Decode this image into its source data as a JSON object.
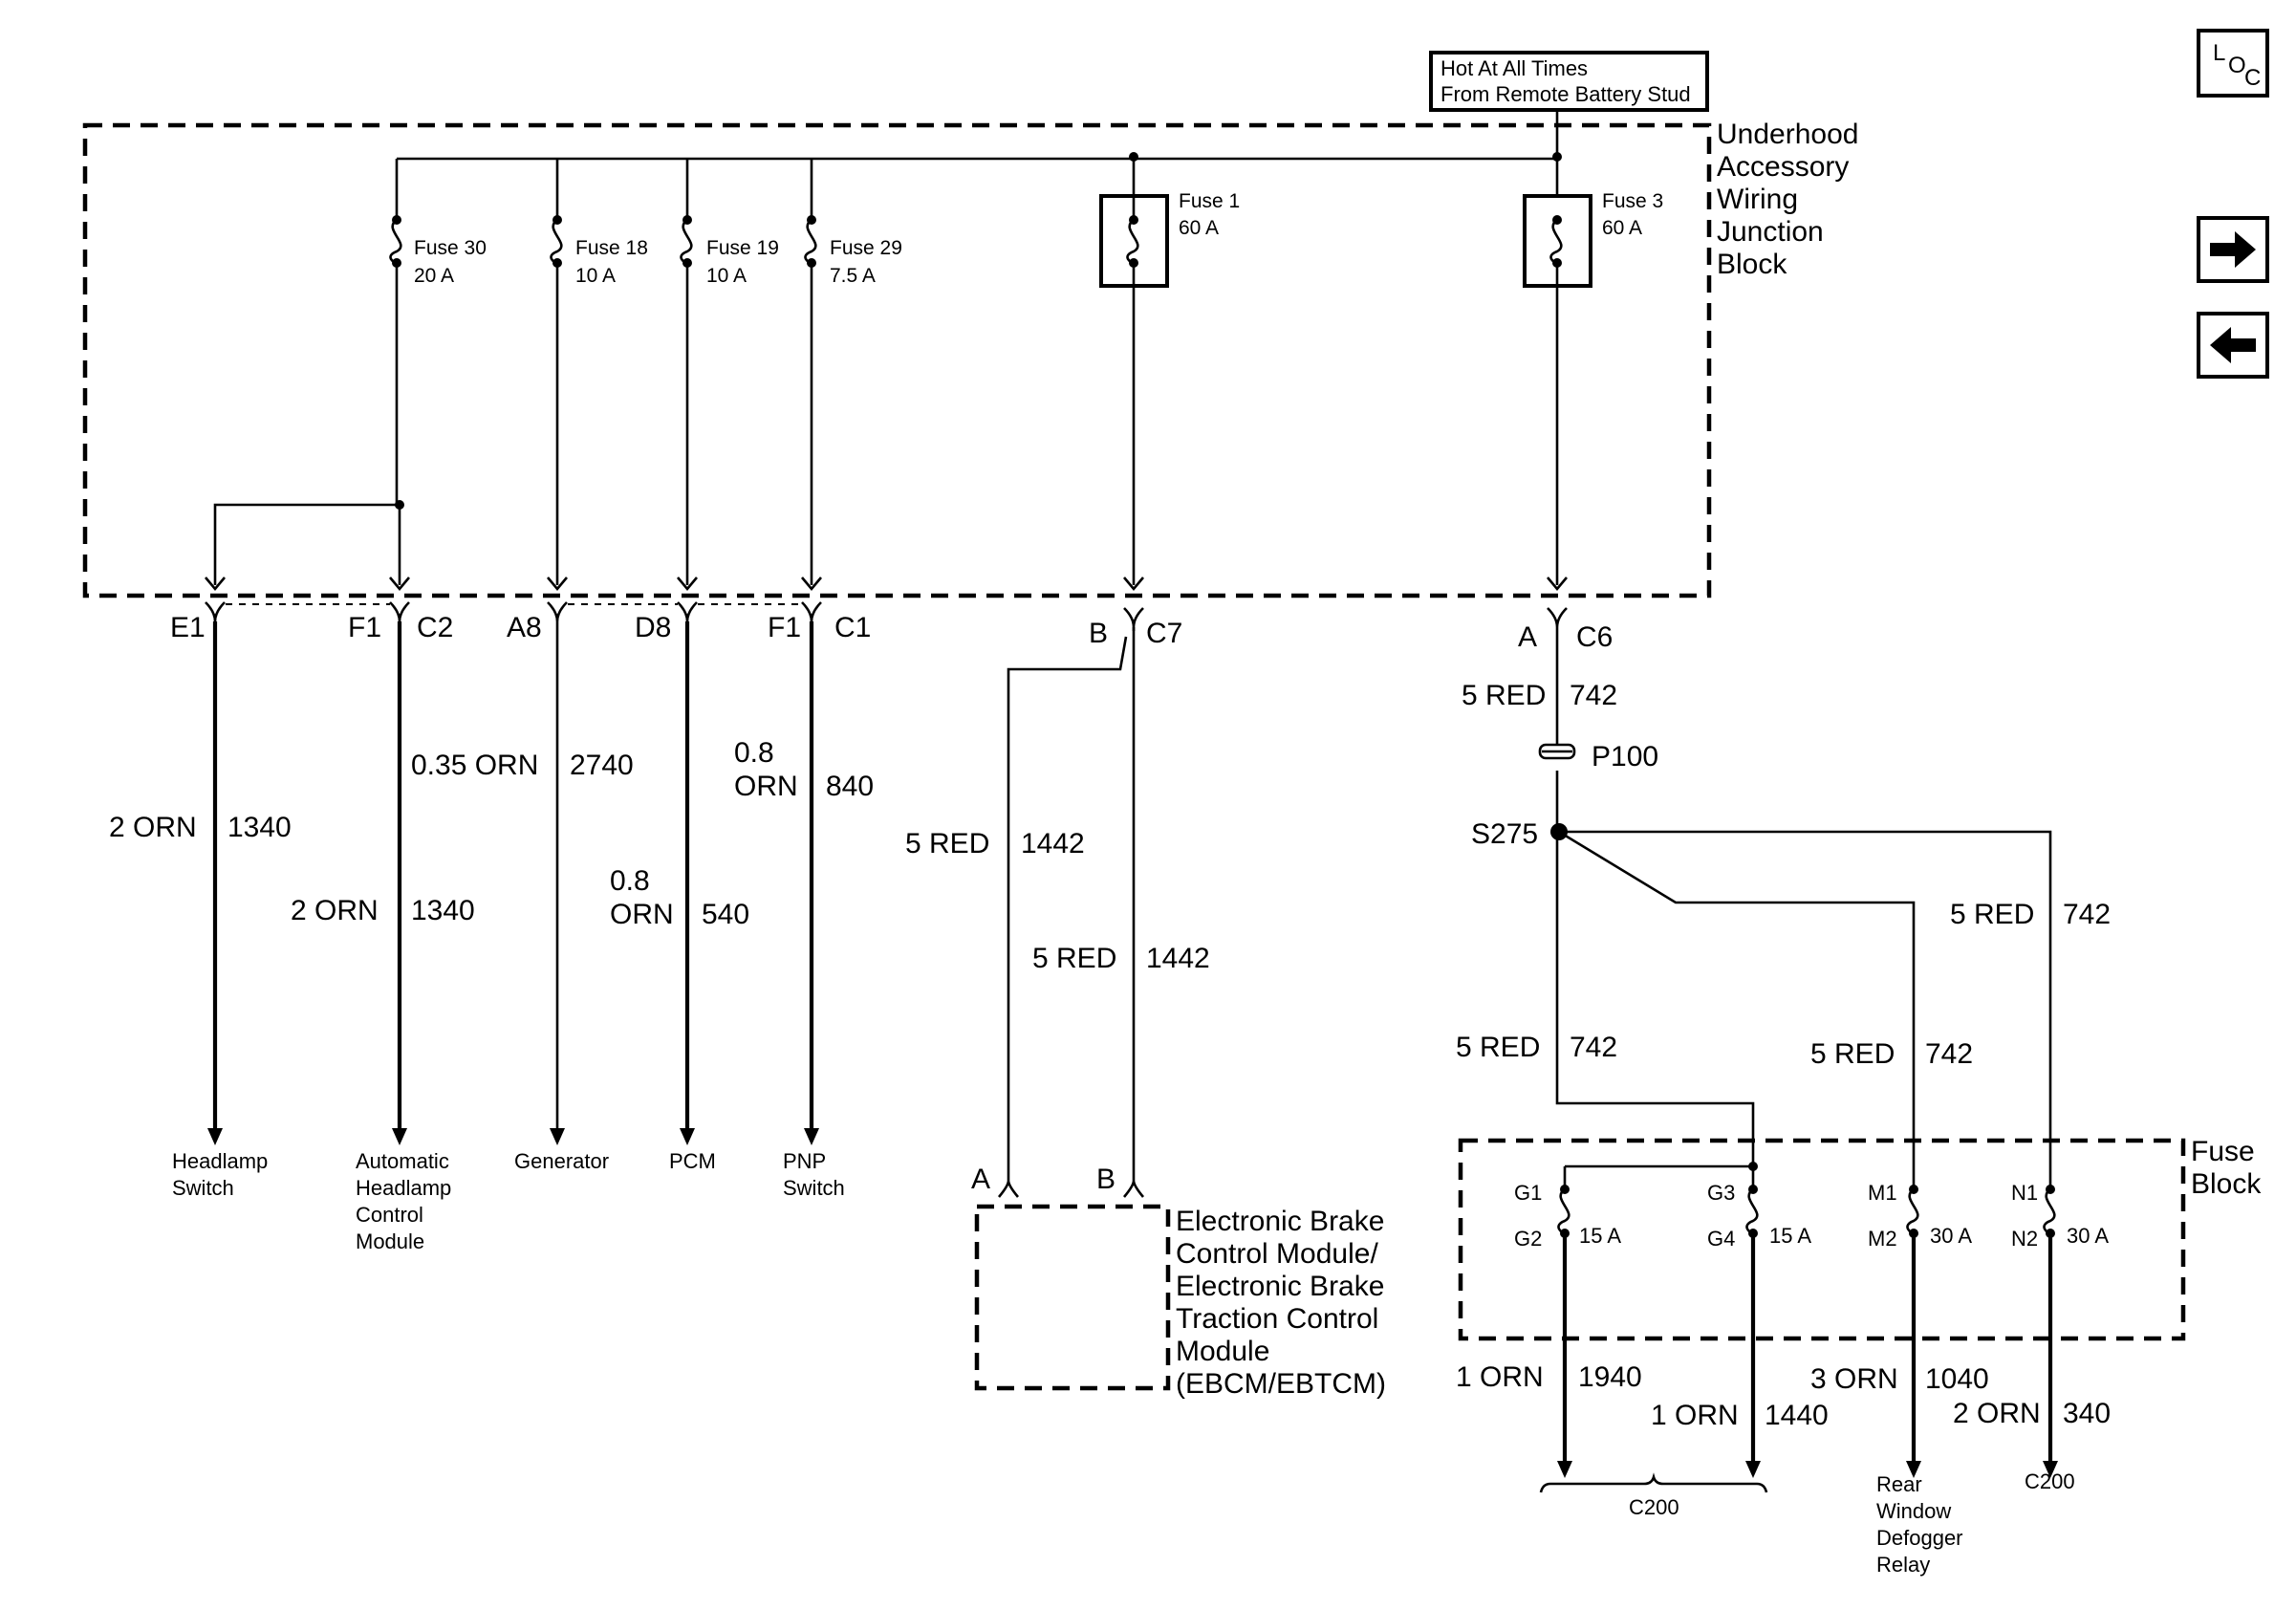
{
  "source": {
    "line1": "Hot At All Times",
    "line2": "From Remote Battery Stud"
  },
  "junction_block": {
    "lines": [
      "Underhood",
      "Accessory",
      "Wiring",
      "Junction",
      "Block"
    ]
  },
  "fuses": {
    "f30": {
      "name": "Fuse 30",
      "rating": "20 A"
    },
    "f18": {
      "name": "Fuse 18",
      "rating": "10 A"
    },
    "f19": {
      "name": "Fuse 19",
      "rating": "10 A"
    },
    "f29": {
      "name": "Fuse 29",
      "rating": "7.5 A"
    },
    "f1": {
      "name": "Fuse 1",
      "rating": "60 A"
    },
    "f3": {
      "name": "Fuse 3",
      "rating": "60 A"
    }
  },
  "pins": {
    "e1": "E1",
    "f1a": "F1",
    "c2": "C2",
    "a8": "A8",
    "d8": "D8",
    "f1b": "F1",
    "c1": "C1",
    "b": "B",
    "c7": "C7",
    "a": "A",
    "c6": "C6"
  },
  "wires": {
    "w1340a": {
      "color": "2 ORN",
      "circuit": "1340"
    },
    "w2740": {
      "color": "0.35 ORN",
      "circuit": "2740"
    },
    "w1340b": {
      "color": "2 ORN",
      "circuit": "1340"
    },
    "w840": {
      "size": "0.8",
      "color": "ORN",
      "circuit": "840"
    },
    "w540": {
      "size": "0.8",
      "color": "ORN",
      "circuit": "540"
    },
    "w1442a": {
      "color": "5 RED",
      "circuit": "1442"
    },
    "w1442b": {
      "color": "5 RED",
      "circuit": "1442"
    },
    "w742a": {
      "color": "5 RED",
      "circuit": "742"
    },
    "w742b": {
      "color": "5 RED",
      "circuit": "742"
    },
    "w742c": {
      "color": "5 RED",
      "circuit": "742"
    },
    "w742d": {
      "color": "5 RED",
      "circuit": "742"
    },
    "w1940": {
      "color": "1 ORN",
      "circuit": "1940"
    },
    "w1440": {
      "color": "1 ORN",
      "circuit": "1440"
    },
    "w1040": {
      "color": "3 ORN",
      "circuit": "1040"
    },
    "w340": {
      "color": "2 ORN",
      "circuit": "340"
    }
  },
  "loads": {
    "headlamp_switch": [
      "Headlamp",
      "Switch"
    ],
    "auto_headlamp": [
      "Automatic",
      "Headlamp",
      "Control",
      "Module"
    ],
    "generator": [
      "Generator"
    ],
    "pcm": [
      "PCM"
    ],
    "pnp_switch": [
      "PNP",
      "Switch"
    ],
    "rear_defogger": [
      "Rear",
      "Window",
      "Defogger",
      "Relay"
    ],
    "c200_left": "C200",
    "c200_right": "C200"
  },
  "splices": {
    "p100": "P100",
    "s275": "S275"
  },
  "ebcm": {
    "pin_a": "A",
    "pin_b": "B",
    "lines": [
      "Electronic Brake",
      "Control Module/",
      "Electronic Brake",
      "Traction Control",
      "Module",
      "(EBCM/EBTCM)"
    ]
  },
  "fuse_block": {
    "lines": [
      "Fuse",
      "Block"
    ],
    "g1": "G1",
    "g2": "G2",
    "g_rating": "15 A",
    "g3": "G3",
    "g4": "G4",
    "g4_rating": "15 A",
    "m1": "M1",
    "m2": "M2",
    "m_rating": "30 A",
    "n1": "N1",
    "n2": "N2",
    "n_rating": "30 A"
  },
  "nav": {
    "loc_l": "L",
    "loc_o": "O",
    "loc_c": "C",
    "icon_forward": "arrow-right-icon",
    "icon_back": "arrow-left-icon"
  }
}
